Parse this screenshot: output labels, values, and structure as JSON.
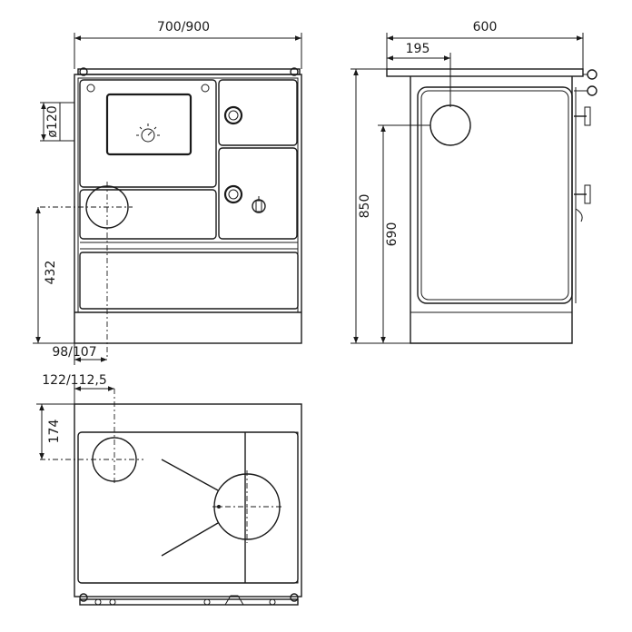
{
  "dimensions": {
    "width_front": "700/900",
    "width_side": "600",
    "offset_195": "195",
    "flue_diameter": "ø120",
    "height_total": "850",
    "height_flue_side": "690",
    "height_flue_front": "432",
    "offset_bottom_front": "98/107",
    "offset_top_x": "122/112,5",
    "offset_top_y": "174"
  }
}
